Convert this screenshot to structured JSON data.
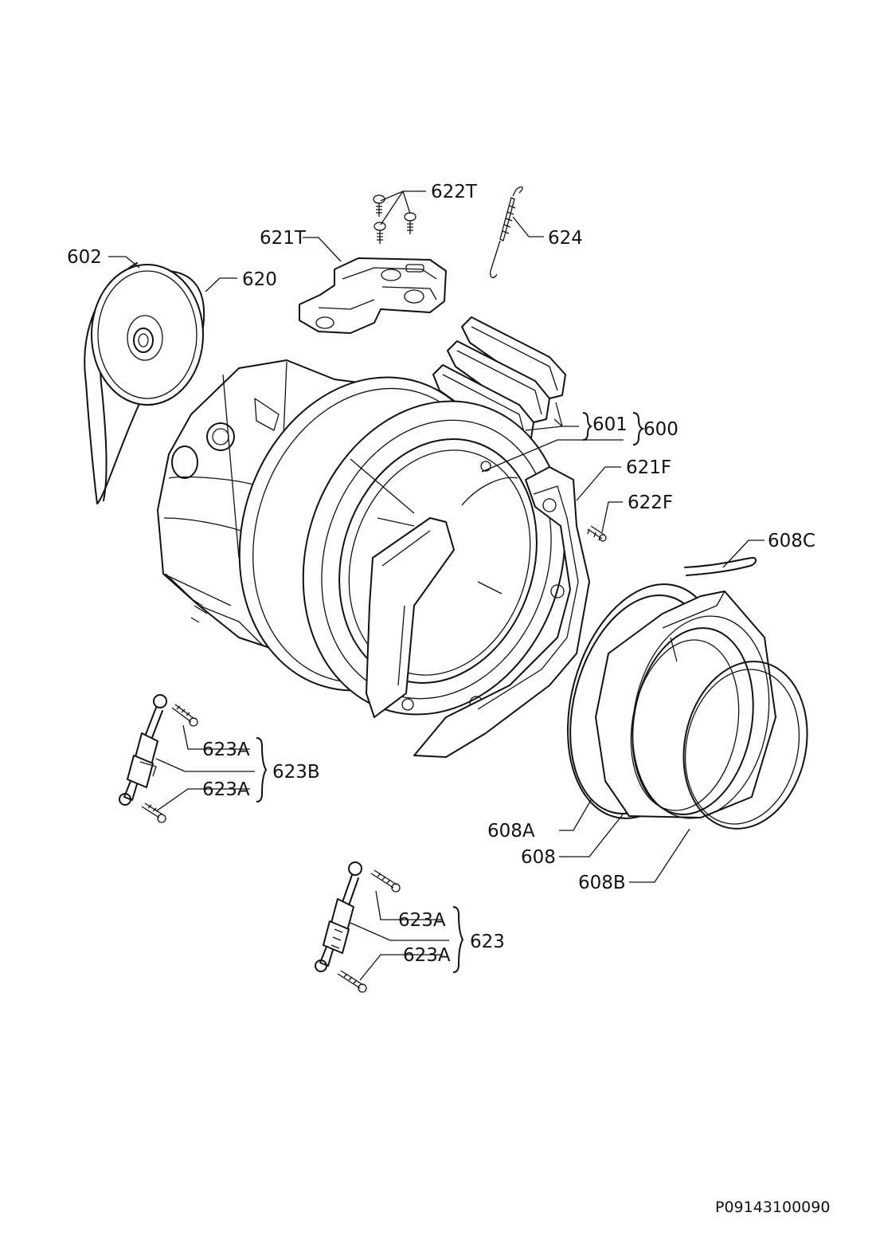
{
  "labels": {
    "l602": "602",
    "l620": "620",
    "l621T": "621T",
    "l622T": "622T",
    "l624": "624",
    "l601": "601",
    "l600": "600",
    "l621F": "621F",
    "l622F": "622F",
    "l608C": "608C",
    "l623A_1": "623A",
    "l623A_2": "623A",
    "l623B": "623B",
    "l608A": "608A",
    "l608": "608",
    "l608B": "608B",
    "l623A_3": "623A",
    "l623A_4": "623A",
    "l623": "623"
  },
  "reference": "P09143100090",
  "icons": {
    "pulley": "pulley-icon",
    "belt": "belt-icon",
    "tub": "tub-icon",
    "front_ring": "front-ring-icon",
    "door_seal": "door-seal-icon",
    "counterweight": "counterweight-icon",
    "spring": "spring-icon",
    "damper": "damper-icon",
    "screw": "screw-icon"
  }
}
